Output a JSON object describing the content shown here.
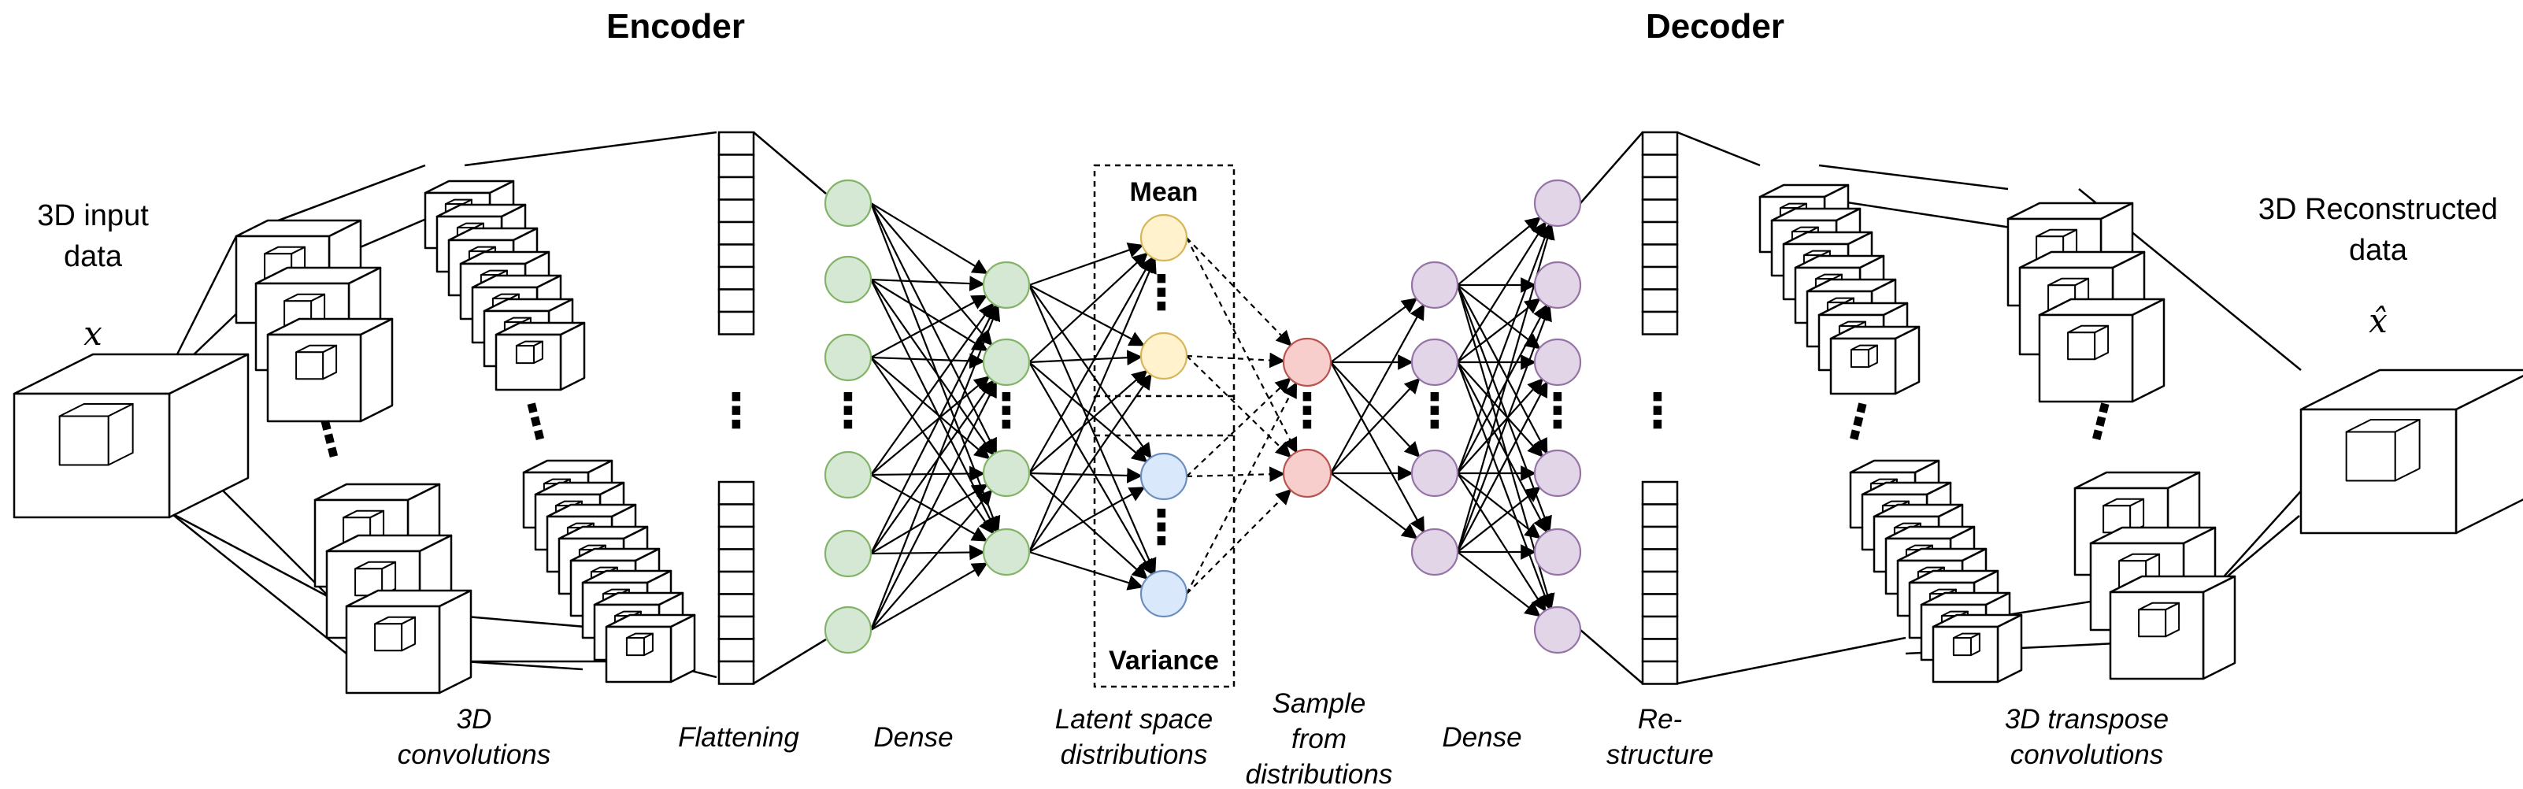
{
  "titles": {
    "encoder": "Encoder",
    "decoder": "Decoder"
  },
  "input": {
    "line1": "3D input",
    "line2": "data",
    "symbol": "x"
  },
  "output": {
    "line1": "3D Reconstructed",
    "line2": "data",
    "symbol": "x̂"
  },
  "latent": {
    "mean": "Mean",
    "variance": "Variance"
  },
  "stage_labels": {
    "conv_line1": "3D",
    "conv_line2": "convolutions",
    "flattening": "Flattening",
    "dense_enc": "Dense",
    "latent_line1": "Latent space",
    "latent_line2": "distributions",
    "sample_line1": "Sample",
    "sample_line2": "from",
    "sample_line3": "distributions",
    "dense_dec": "Dense",
    "restructure_line1": "Re-",
    "restructure_line2": "structure",
    "transpose_line1": "3D transpose",
    "transpose_line2": "convolutions"
  },
  "ellipsis": "⋮",
  "colors": {
    "green_fill": "#d5e8d4",
    "green_stroke": "#82b366",
    "yellow_fill": "#fff2cc",
    "yellow_stroke": "#d6b656",
    "blue_fill": "#dae8fc",
    "blue_stroke": "#6c8ebf",
    "red_fill": "#f8cecc",
    "red_stroke": "#b85450",
    "purple_fill": "#e1d5e7",
    "purple_stroke": "#9673a6"
  }
}
